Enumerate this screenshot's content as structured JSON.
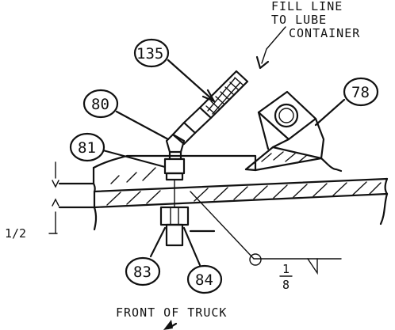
{
  "callouts": {
    "c135": "135",
    "c80": "80",
    "c81": "81",
    "c78": "78",
    "c83": "83",
    "c84": "84"
  },
  "note": {
    "line1": "FILL LINE",
    "line2": "TO LUBE",
    "line3": "CONTAINER"
  },
  "dimension": "1/2",
  "weld": {
    "numerator": "1",
    "denominator": "8"
  },
  "footer": "FRONT OF TRUCK"
}
